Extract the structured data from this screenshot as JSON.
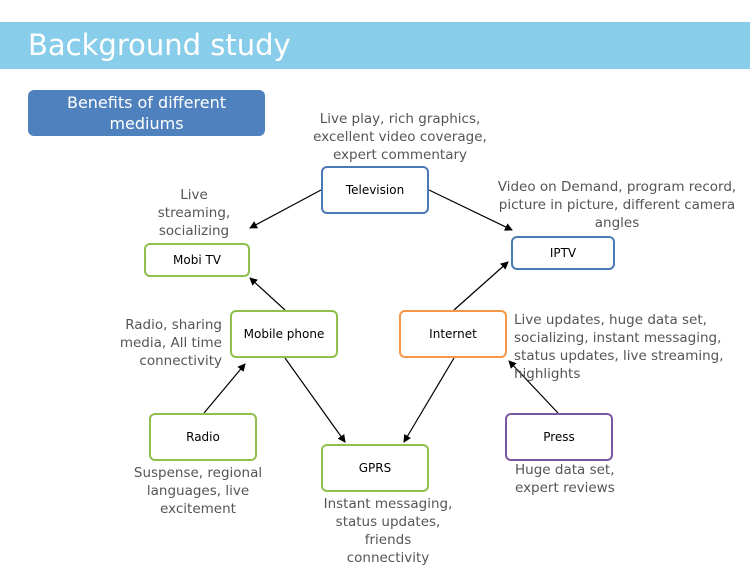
{
  "slide": {
    "title": "Background study",
    "subtitle": "Benefits of different mediums"
  },
  "nodes": {
    "television": {
      "label": "Television",
      "caption": "Live play, rich graphics,\nexcellent video coverage,\nexpert commentary"
    },
    "mobi_tv": {
      "label": "Mobi TV",
      "caption": "Live\nstreaming,\nsocializing"
    },
    "iptv": {
      "label": "IPTV",
      "caption": "Video on Demand, program record,\npicture in picture, different camera\nangles"
    },
    "mobile_phone": {
      "label": "Mobile phone",
      "caption": "Radio, sharing\nmedia, All time\nconnectivity"
    },
    "internet": {
      "label": "Internet",
      "caption": "Live updates, huge data set,\nsocializing, instant messaging,\nstatus updates, live streaming,\nhighlights"
    },
    "radio": {
      "label": "Radio",
      "caption": "Suspense, regional\nlanguages, live\nexcitement"
    },
    "gprs": {
      "label": "GPRS",
      "caption": "Instant messaging,\nstatus updates,\nfriends\nconnectivity"
    },
    "press": {
      "label": "Press",
      "caption": "Huge data set,\nexpert reviews"
    }
  },
  "colors": {
    "title_bar": "#88cdea",
    "subtitle_box": "#4e81bd",
    "blue_border": "#4a7ab5",
    "green_border": "#8fbf4d",
    "orange_border": "#f79646",
    "purple_border": "#7a57a0"
  }
}
